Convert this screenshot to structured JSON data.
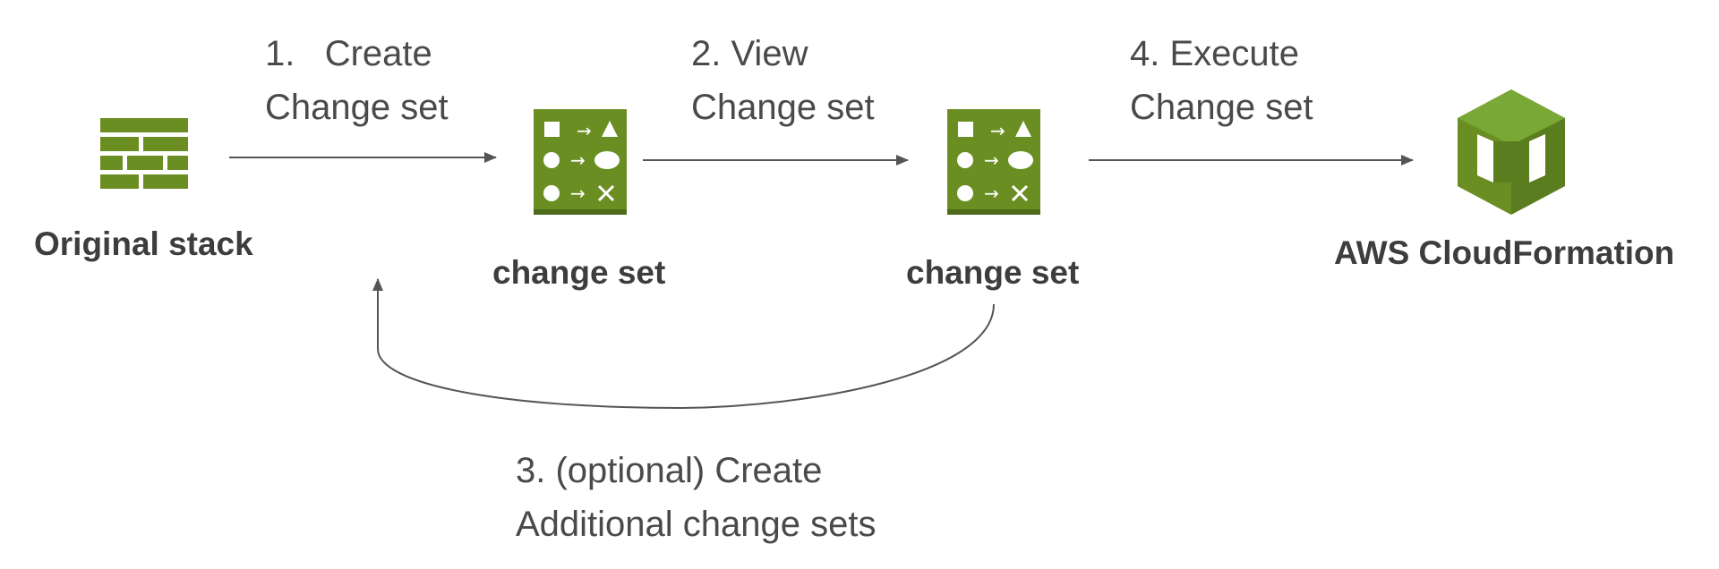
{
  "nodes": {
    "original_stack": {
      "label": "Original stack",
      "icon": "stack-bricks-icon"
    },
    "change_set_1": {
      "label": "change set",
      "icon": "change-set-icon"
    },
    "change_set_2": {
      "label": "change set",
      "icon": "change-set-icon"
    },
    "cloudformation": {
      "label": "AWS CloudFormation",
      "icon": "cloudformation-icon"
    }
  },
  "steps": {
    "step1": {
      "line1": "1.   Create",
      "line2": "Change set"
    },
    "step2": {
      "line1": "2. View",
      "line2": "Change set"
    },
    "step3": {
      "line1": "3. (optional) Create",
      "line2": "Additional change sets"
    },
    "step4": {
      "line1": "4. Execute",
      "line2": "Change set"
    }
  },
  "colors": {
    "icon_green": "#6b8e23",
    "icon_green_dark": "#4d6b1a",
    "cf_green_light": "#7aa836",
    "cf_green_dark": "#5a7e1f",
    "arrow": "#555555"
  }
}
